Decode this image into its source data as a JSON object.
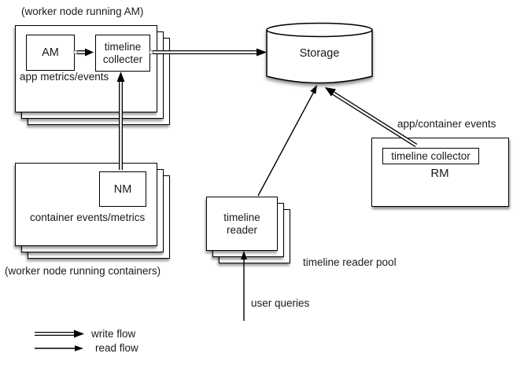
{
  "colors": {
    "background": "#ffffff",
    "line": "#000000",
    "text": "#1a1a1a"
  },
  "worker_am": {
    "caption": "(worker node running AM)",
    "am_label": "AM",
    "collector_line1": "timeline",
    "collector_line2": "collecter",
    "metrics_label": "app metrics/events"
  },
  "worker_containers": {
    "nm_label": "NM",
    "metrics_label": "container events/metrics",
    "caption": "(worker node running containers)"
  },
  "storage": {
    "label": "Storage"
  },
  "rm": {
    "events_label": "app/container events",
    "collector_label": "timeline collector",
    "title": "RM"
  },
  "reader_pool": {
    "reader_line1": "timeline",
    "reader_line2": "reader",
    "pool_label": "timeline reader pool",
    "queries_label": "user queries"
  },
  "legend": {
    "write_label": "write flow",
    "read_label": "read flow"
  }
}
